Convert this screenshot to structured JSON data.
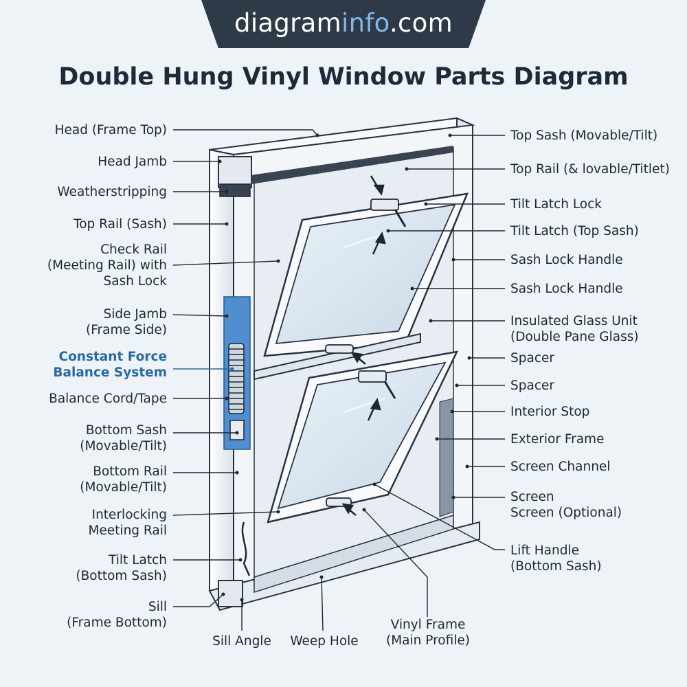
{
  "banner": {
    "site_main": "diagram",
    "site_accent": "info",
    "site_tld": ".com"
  },
  "title": "Double Hung Vinyl Window Parts Diagram",
  "labels_left": [
    {
      "lines": [
        "Head (Frame Top)"
      ]
    },
    {
      "lines": [
        "Head Jamb"
      ]
    },
    {
      "lines": [
        "Weatherstripping"
      ]
    },
    {
      "lines": [
        "Top Rail (Sash)"
      ]
    },
    {
      "lines": [
        "Check Rail",
        "(Meeting Rail) with",
        "Sash Lock"
      ]
    },
    {
      "lines": [
        "Side Jamb",
        "(Frame Side)"
      ]
    },
    {
      "lines": [
        "Constant Force",
        "Balance System"
      ],
      "highlight": true
    },
    {
      "lines": [
        "Balance Cord/Tape"
      ]
    },
    {
      "lines": [
        "Bottom Sash",
        "(Movable/Tilt)"
      ]
    },
    {
      "lines": [
        "Bottom Rail",
        "(Movable/Tilt)"
      ]
    },
    {
      "lines": [
        "Interlocking",
        "Meeting Rail"
      ]
    },
    {
      "lines": [
        "Tilt Latch",
        "(Bottom Sash)"
      ]
    },
    {
      "lines": [
        "Sill",
        "(Frame Bottom)"
      ]
    }
  ],
  "labels_right": [
    {
      "lines": [
        "Top Sash (Movable/Tilt)"
      ]
    },
    {
      "lines": [
        "Top Rail  (& lovable/Titlet)"
      ]
    },
    {
      "lines": [
        "Tilt Latch Lock"
      ]
    },
    {
      "lines": [
        "Tilt Latch (Top Sash)"
      ]
    },
    {
      "lines": [
        "Sash Lock Handle"
      ]
    },
    {
      "lines": [
        "Sash Lock Handle"
      ]
    },
    {
      "lines": [
        "Insulated Glass Unit",
        "(Double Pane Glass)"
      ]
    },
    {
      "lines": [
        "Spacer"
      ]
    },
    {
      "lines": [
        "Spacer"
      ]
    },
    {
      "lines": [
        "Interior Stop"
      ]
    },
    {
      "lines": [
        "Exterior Frame"
      ]
    },
    {
      "lines": [
        "Screen Channel"
      ]
    },
    {
      "lines": [
        "Screen",
        "Screen (Optional)"
      ]
    },
    {
      "lines": [
        "Lift Handle",
        "(Bottom Sash)"
      ]
    }
  ],
  "labels_bottom": [
    {
      "lines": [
        "Sill Angle"
      ]
    },
    {
      "lines": [
        "Weep Hole"
      ]
    },
    {
      "lines": [
        "Vinyl Frame",
        "(Main Profile)"
      ]
    }
  ]
}
